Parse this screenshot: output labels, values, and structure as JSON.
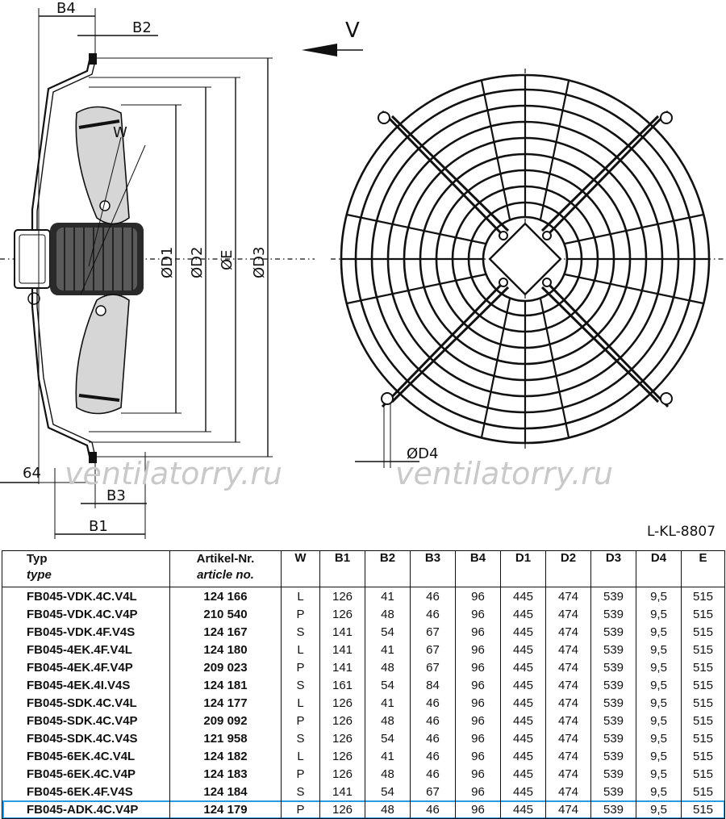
{
  "drawing": {
    "code": "L-KL-8807",
    "view_label": "V",
    "watermark": "ventilatorry.ru",
    "side_labels": [
      "B4",
      "B2",
      "B3",
      "B1",
      "64",
      "W"
    ],
    "diameter_labels": [
      "ØD1",
      "ØD2",
      "ØE",
      "ØD3"
    ],
    "front_label": "ØD4"
  },
  "table": {
    "headers": {
      "typ": "Typ",
      "type": "type",
      "art": "Artikel-Nr.",
      "artno": "article no.",
      "cols": [
        "W",
        "B1",
        "B2",
        "B3",
        "B4",
        "D1",
        "D2",
        "D3",
        "D4",
        "E"
      ]
    },
    "rows": [
      [
        "FB045-VDK.4C.V4L",
        "124 166",
        "L",
        "126",
        "41",
        "46",
        "96",
        "445",
        "474",
        "539",
        "9,5",
        "515"
      ],
      [
        "FB045-VDK.4C.V4P",
        "210 540",
        "P",
        "126",
        "48",
        "46",
        "96",
        "445",
        "474",
        "539",
        "9,5",
        "515"
      ],
      [
        "FB045-VDK.4F.V4S",
        "124 167",
        "S",
        "141",
        "54",
        "67",
        "96",
        "445",
        "474",
        "539",
        "9,5",
        "515"
      ],
      [
        "FB045-4EK.4F.V4L",
        "124 180",
        "L",
        "141",
        "41",
        "67",
        "96",
        "445",
        "474",
        "539",
        "9,5",
        "515"
      ],
      [
        "FB045-4EK.4F.V4P",
        "209 023",
        "P",
        "141",
        "48",
        "67",
        "96",
        "445",
        "474",
        "539",
        "9,5",
        "515"
      ],
      [
        "FB045-4EK.4I.V4S",
        "124 181",
        "S",
        "161",
        "54",
        "84",
        "96",
        "445",
        "474",
        "539",
        "9,5",
        "515"
      ],
      [
        "FB045-SDK.4C.V4L",
        "124 177",
        "L",
        "126",
        "41",
        "46",
        "96",
        "445",
        "474",
        "539",
        "9,5",
        "515"
      ],
      [
        "FB045-SDK.4C.V4P",
        "209 092",
        "P",
        "126",
        "48",
        "46",
        "96",
        "445",
        "474",
        "539",
        "9,5",
        "515"
      ],
      [
        "FB045-SDK.4C.V4S",
        "121 958",
        "S",
        "126",
        "54",
        "46",
        "96",
        "445",
        "474",
        "539",
        "9,5",
        "515"
      ],
      [
        "FB045-6EK.4C.V4L",
        "124 182",
        "L",
        "126",
        "41",
        "46",
        "96",
        "445",
        "474",
        "539",
        "9,5",
        "515"
      ],
      [
        "FB045-6EK.4C.V4P",
        "124 183",
        "P",
        "126",
        "48",
        "46",
        "96",
        "445",
        "474",
        "539",
        "9,5",
        "515"
      ],
      [
        "FB045-6EK.4F.V4S",
        "124 184",
        "S",
        "141",
        "54",
        "67",
        "96",
        "445",
        "474",
        "539",
        "9,5",
        "515"
      ],
      [
        "FB045-ADK.4C.V4P",
        "124 179",
        "P",
        "126",
        "48",
        "46",
        "96",
        "445",
        "474",
        "539",
        "9,5",
        "515"
      ]
    ],
    "highlight_row": 12,
    "highlight_color": "#2a9be0"
  }
}
